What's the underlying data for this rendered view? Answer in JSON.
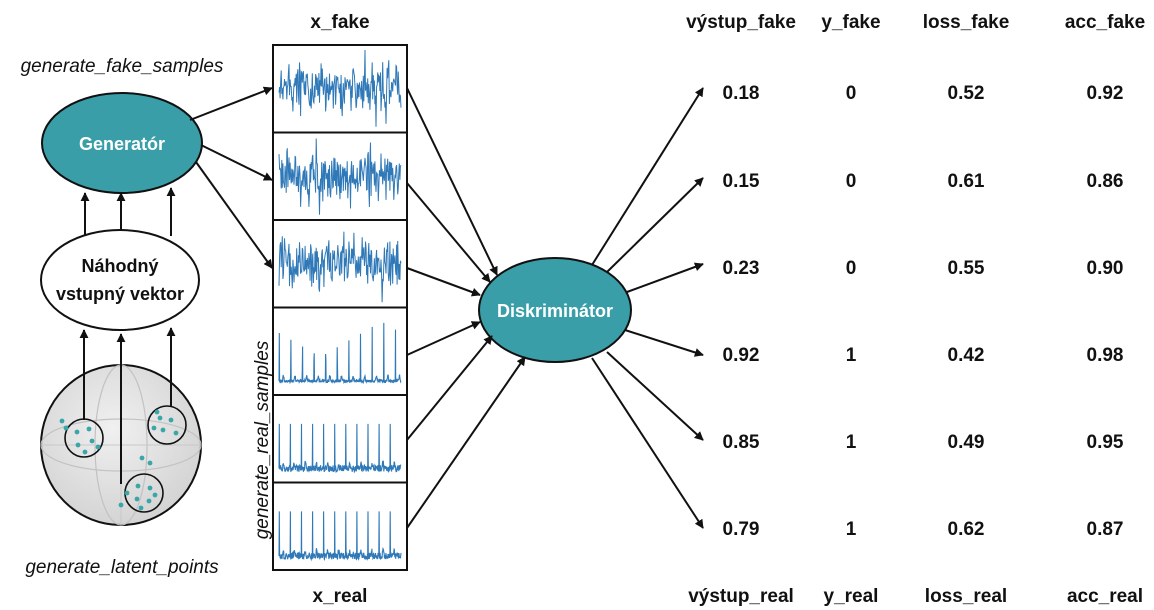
{
  "colors": {
    "node_fill": "#3a9ea8",
    "signal": "#2f79b8",
    "latent_dot": "#3aa6a8",
    "sphere": "#e4e4e4"
  },
  "labels": {
    "generate_fake_samples": "generate_fake_samples",
    "generate_real_samples": "generate_real_samples",
    "generate_latent_points": "generate_latent_points",
    "x_fake": "x_fake",
    "x_real": "x_real"
  },
  "nodes": {
    "generator": "Generatór",
    "random_vector_line1": "Náhodný",
    "random_vector_line2": "vstupný vektor",
    "discriminator": "Diskriminátor"
  },
  "table": {
    "headers_top": [
      "výstup_fake",
      "y_fake",
      "loss_fake",
      "acc_fake"
    ],
    "headers_bottom": [
      "výstup_real",
      "y_real",
      "loss_real",
      "acc_real"
    ],
    "rows": [
      [
        "0.18",
        "0",
        "0.52",
        "0.92"
      ],
      [
        "0.15",
        "0",
        "0.61",
        "0.86"
      ],
      [
        "0.23",
        "0",
        "0.55",
        "0.90"
      ],
      [
        "0.92",
        "1",
        "0.42",
        "0.98"
      ],
      [
        "0.85",
        "1",
        "0.49",
        "0.95"
      ],
      [
        "0.79",
        "1",
        "0.62",
        "0.87"
      ]
    ]
  },
  "signals": [
    "noise",
    "noise",
    "noise",
    "ecg",
    "ecg",
    "ecg"
  ]
}
